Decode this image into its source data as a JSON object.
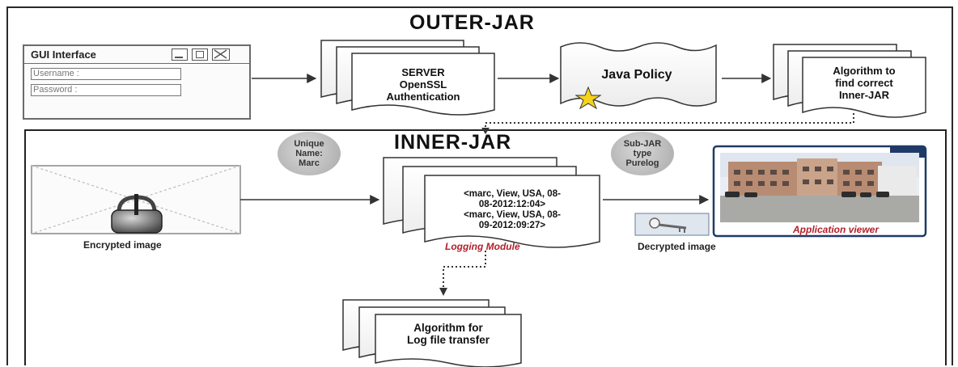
{
  "outer": {
    "title": "OUTER-JAR"
  },
  "inner": {
    "title": "INNER-JAR"
  },
  "gui": {
    "title": "GUI Interface",
    "username_placeholder": "Username :",
    "password_placeholder": "Password :"
  },
  "server": {
    "lines": [
      "SERVER",
      "OpenSSL",
      "Authentication"
    ]
  },
  "policy": {
    "label": "Java Policy"
  },
  "algorithm_inner": {
    "lines": [
      "Algorithm to",
      "find correct",
      "Inner-JAR"
    ]
  },
  "unique_name": {
    "lines": [
      "Unique",
      "Name:",
      "Marc"
    ]
  },
  "subjar": {
    "lines": [
      "Sub-JAR",
      "type",
      "Purelog"
    ]
  },
  "log": {
    "entries": [
      "<marc, View, USA, 08-",
      "08-2012:12:04>",
      "<marc, View, USA, 08-",
      "09-2012:09:27>"
    ],
    "caption": "Logging Module"
  },
  "encrypted": {
    "caption": "Encrypted image"
  },
  "decrypted": {
    "caption": "Decrypted image"
  },
  "viewer": {
    "caption": "Application viewer"
  },
  "transfer": {
    "lines": [
      "Algorithm for",
      "Log file transfer"
    ]
  },
  "colors": {
    "accent_red": "#b3202a",
    "viewer_border": "#1f3a66",
    "star": "#f6d21b"
  }
}
